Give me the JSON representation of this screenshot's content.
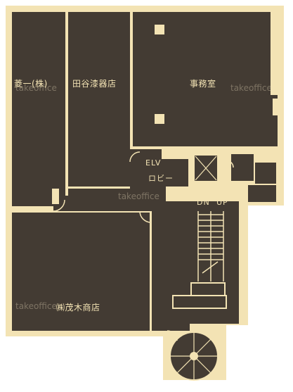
{
  "colors": {
    "background": "#ffffff",
    "floor": "#433b33",
    "wall": "#f3e3b4",
    "label": "#f3e3b4",
    "watermark": "#e4d8bc"
  },
  "rooms": {
    "tenant_1": "菱一(株)",
    "tenant_2": "田谷漆器店",
    "office": "事務室",
    "tenant_3": "㈱茂木商店"
  },
  "labels": {
    "elv": "ELV",
    "lobby": "ロビー",
    "dn": "DN",
    "up": "UP"
  },
  "watermarks": [
    "takeoffice",
    "takeoffice",
    "takeoffice",
    "takeoffice"
  ]
}
